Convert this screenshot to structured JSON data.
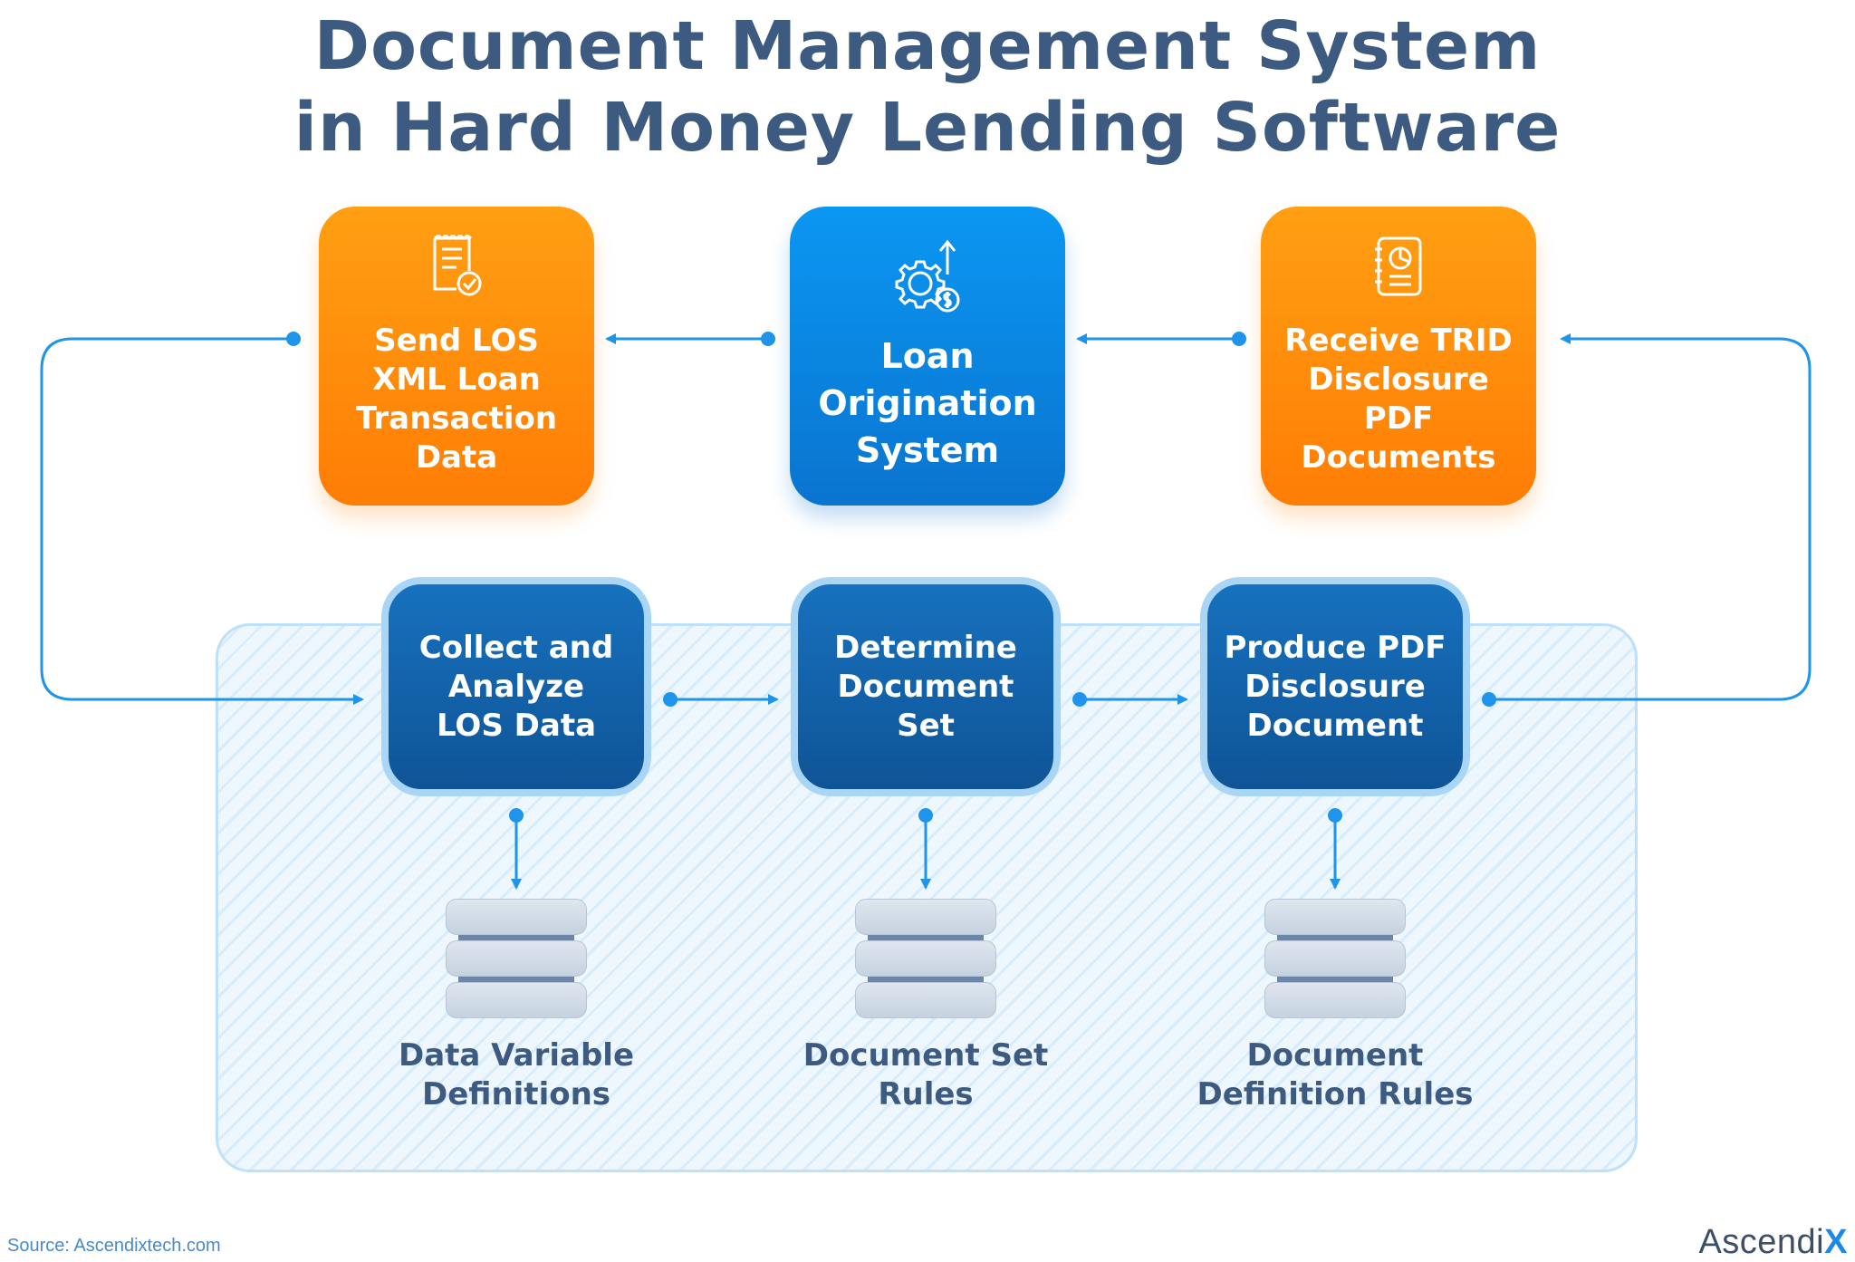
{
  "title": {
    "line1": "Document Management System",
    "line2": "in Hard Money Lending Software"
  },
  "top_boxes": {
    "send": {
      "line1": "Send LOS",
      "line2": "XML Loan",
      "line3": "Transaction",
      "line4": "Data",
      "icon": "receipt-check-icon"
    },
    "los": {
      "line1": "Loan",
      "line2": "Origination",
      "line3": "System",
      "icon": "gear-dollar-icon"
    },
    "receive": {
      "line1": "Receive TRID",
      "line2": "Disclosure",
      "line3": "PDF",
      "line4": "Documents",
      "icon": "report-notebook-icon"
    }
  },
  "steps": {
    "collect": {
      "line1": "Collect and",
      "line2": "Analyze",
      "line3": "LOS Data"
    },
    "determine": {
      "line1": "Determine",
      "line2": "Document",
      "line3": "Set"
    },
    "produce": {
      "line1": "Produce PDF",
      "line2": "Disclosure",
      "line3": "Document"
    }
  },
  "databases": {
    "variables": {
      "line1": "Data Variable",
      "line2": "Definitions",
      "icon": "database-icon"
    },
    "set_rules": {
      "line1": "Document Set",
      "line2": "Rules",
      "icon": "database-icon"
    },
    "definition_rules": {
      "line1": "Document",
      "line2": "Definition Rules",
      "icon": "database-icon"
    }
  },
  "footer": {
    "source": "Source:  Ascendixtech.com",
    "brand_main": "Ascendi",
    "brand_x": "X"
  },
  "colors": {
    "title": "#3d5a80",
    "orange": "#ff8c0a",
    "blue": "#0a86e0",
    "step_blue": "#1463a8",
    "connector": "#1e95ea"
  }
}
